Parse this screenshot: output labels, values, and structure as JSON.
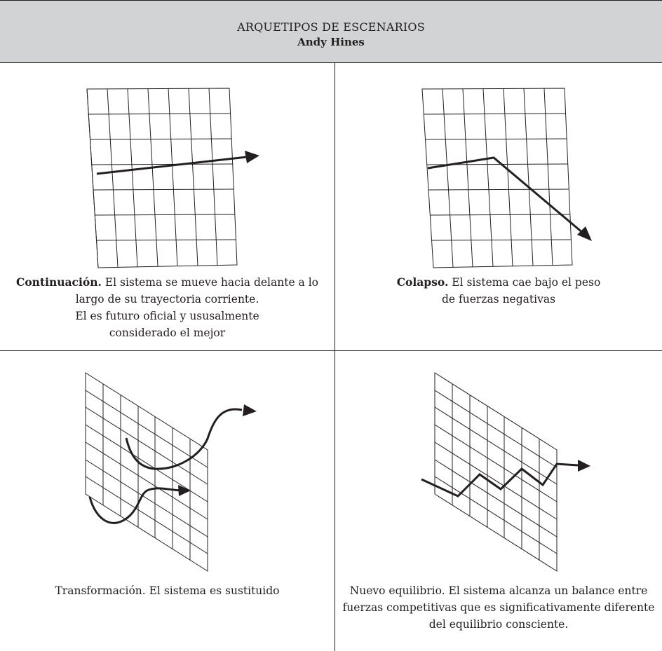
{
  "header": {
    "title": "ARQUETIPOS DE ESCENARIOS",
    "author": "Andy Hines"
  },
  "scenarios": [
    {
      "name": "Continuación.",
      "lines": [
        " El sistema se mueve hacia delante a lo",
        "largo de su trayectoria corriente.",
        "El es futuro oficial y ususalmente",
        "considerado el mejor"
      ]
    },
    {
      "name": "Colapso.",
      "lines": [
        " El sistema cae bajo el peso",
        "de fuerzas negativas"
      ]
    },
    {
      "name": "",
      "lines": [
        "Transformación. El sistema es sustituido"
      ]
    },
    {
      "name": "",
      "lines": [
        "Nuevo equilibrio. El sistema alcanza un balance entre",
        "fuerzas competitivas que es significativamente diferente",
        "del equilibrio consciente."
      ]
    }
  ],
  "colors": {
    "header_bg": "#d2d3d4",
    "ink": "#231f20"
  }
}
